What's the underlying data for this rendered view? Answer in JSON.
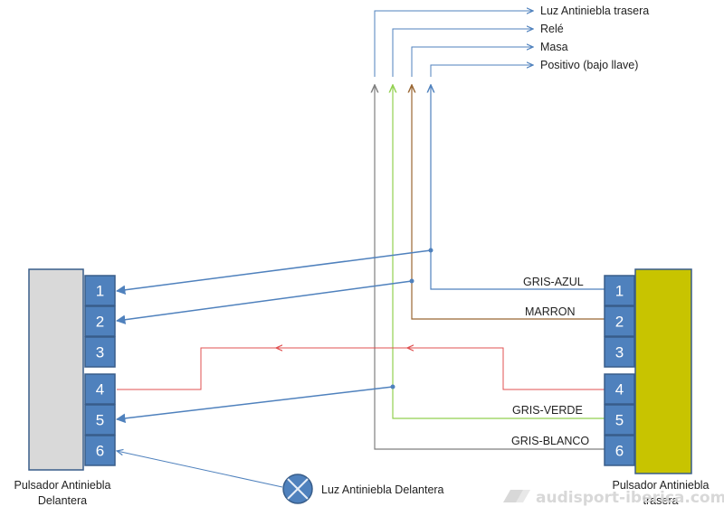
{
  "colors": {
    "blue_wire": "#4f81bd",
    "green_wire": "#92d050",
    "brown_wire": "#996633",
    "gray_wire": "#7f7f7f",
    "red_wire": "#e05050",
    "pin_fill": "#4f81bd",
    "pin_border": "#385d8a",
    "left_body": "#d9d9d9",
    "right_body": "#c8c400",
    "watermark": "#d4d4d4"
  },
  "outputs": [
    {
      "label": "Luz Antiniebla trasera",
      "wire": "gray"
    },
    {
      "label": "Relé",
      "wire": "green"
    },
    {
      "label": "Masa",
      "wire": "brown"
    },
    {
      "label": "Positivo (bajo llave)",
      "wire": "blue"
    }
  ],
  "left_switch": {
    "caption_line1": "Pulsador Antiniebla",
    "caption_line2": "Delantera",
    "pins": [
      "1",
      "2",
      "3",
      "4",
      "5",
      "6"
    ]
  },
  "right_switch": {
    "caption_line1": "Pulsador Antiniebla",
    "caption_line2": "trasera",
    "pins": [
      "1",
      "2",
      "3",
      "4",
      "5",
      "6"
    ]
  },
  "wire_labels": {
    "gris_azul": "GRIS-AZUL",
    "marron": "MARRON",
    "gris_verde": "GRIS-VERDE",
    "gris_blanco": "GRIS-BLANCO"
  },
  "lamp": {
    "label": "Luz Antiniebla Delantera",
    "icon": "lamp-icon"
  },
  "watermark": {
    "text": "audisport-iberica.com",
    "icon": "audisport-logo-icon"
  }
}
